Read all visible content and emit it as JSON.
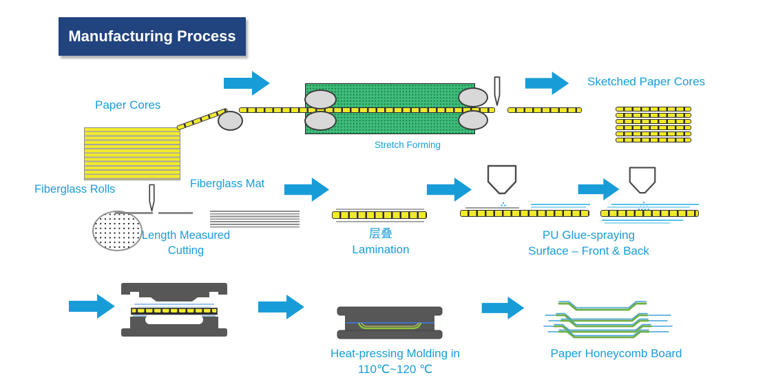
{
  "title": "Manufacturing Process",
  "labels": {
    "paper_cores": "Paper Cores",
    "stretch_forming": "Stretch Forming",
    "sketched_paper_cores": "Sketched Paper Cores",
    "fiberglass_rolls": "Fiberglass Rolls",
    "fiberglass_mat": "Fiberglass Mat",
    "cutting_line1": "Length Measured",
    "cutting_line2": "Cutting",
    "lamination_zh": "层叠",
    "lamination_en": "Lamination",
    "glue_line1": "PU Glue-spraying",
    "glue_line2": "Surface – Front & Back",
    "molding_line1": "Heat-pressing Molding in",
    "molding_line2": "110℃~120 ℃",
    "paper_honeycomb_board": "Paper Honeycomb Board"
  },
  "icons": {
    "arrow": "flow-arrow-right-icon",
    "cutter": "cutter-icon",
    "sprayer": "glue-funnel-icon",
    "roller": "roller-icon",
    "fiberglass_roll": "fiberglass-roll-icon"
  },
  "colors": {
    "accent_blue": "#189CD8",
    "title_bg": "#21437E",
    "strip_yellow": "#F1E92B",
    "machine_green": "#3FBC7B",
    "mold_gray": "#575757",
    "glue_blue": "#9DC3E6",
    "board_green": "#6FAF46",
    "board_blue": "#3FA0DC"
  }
}
